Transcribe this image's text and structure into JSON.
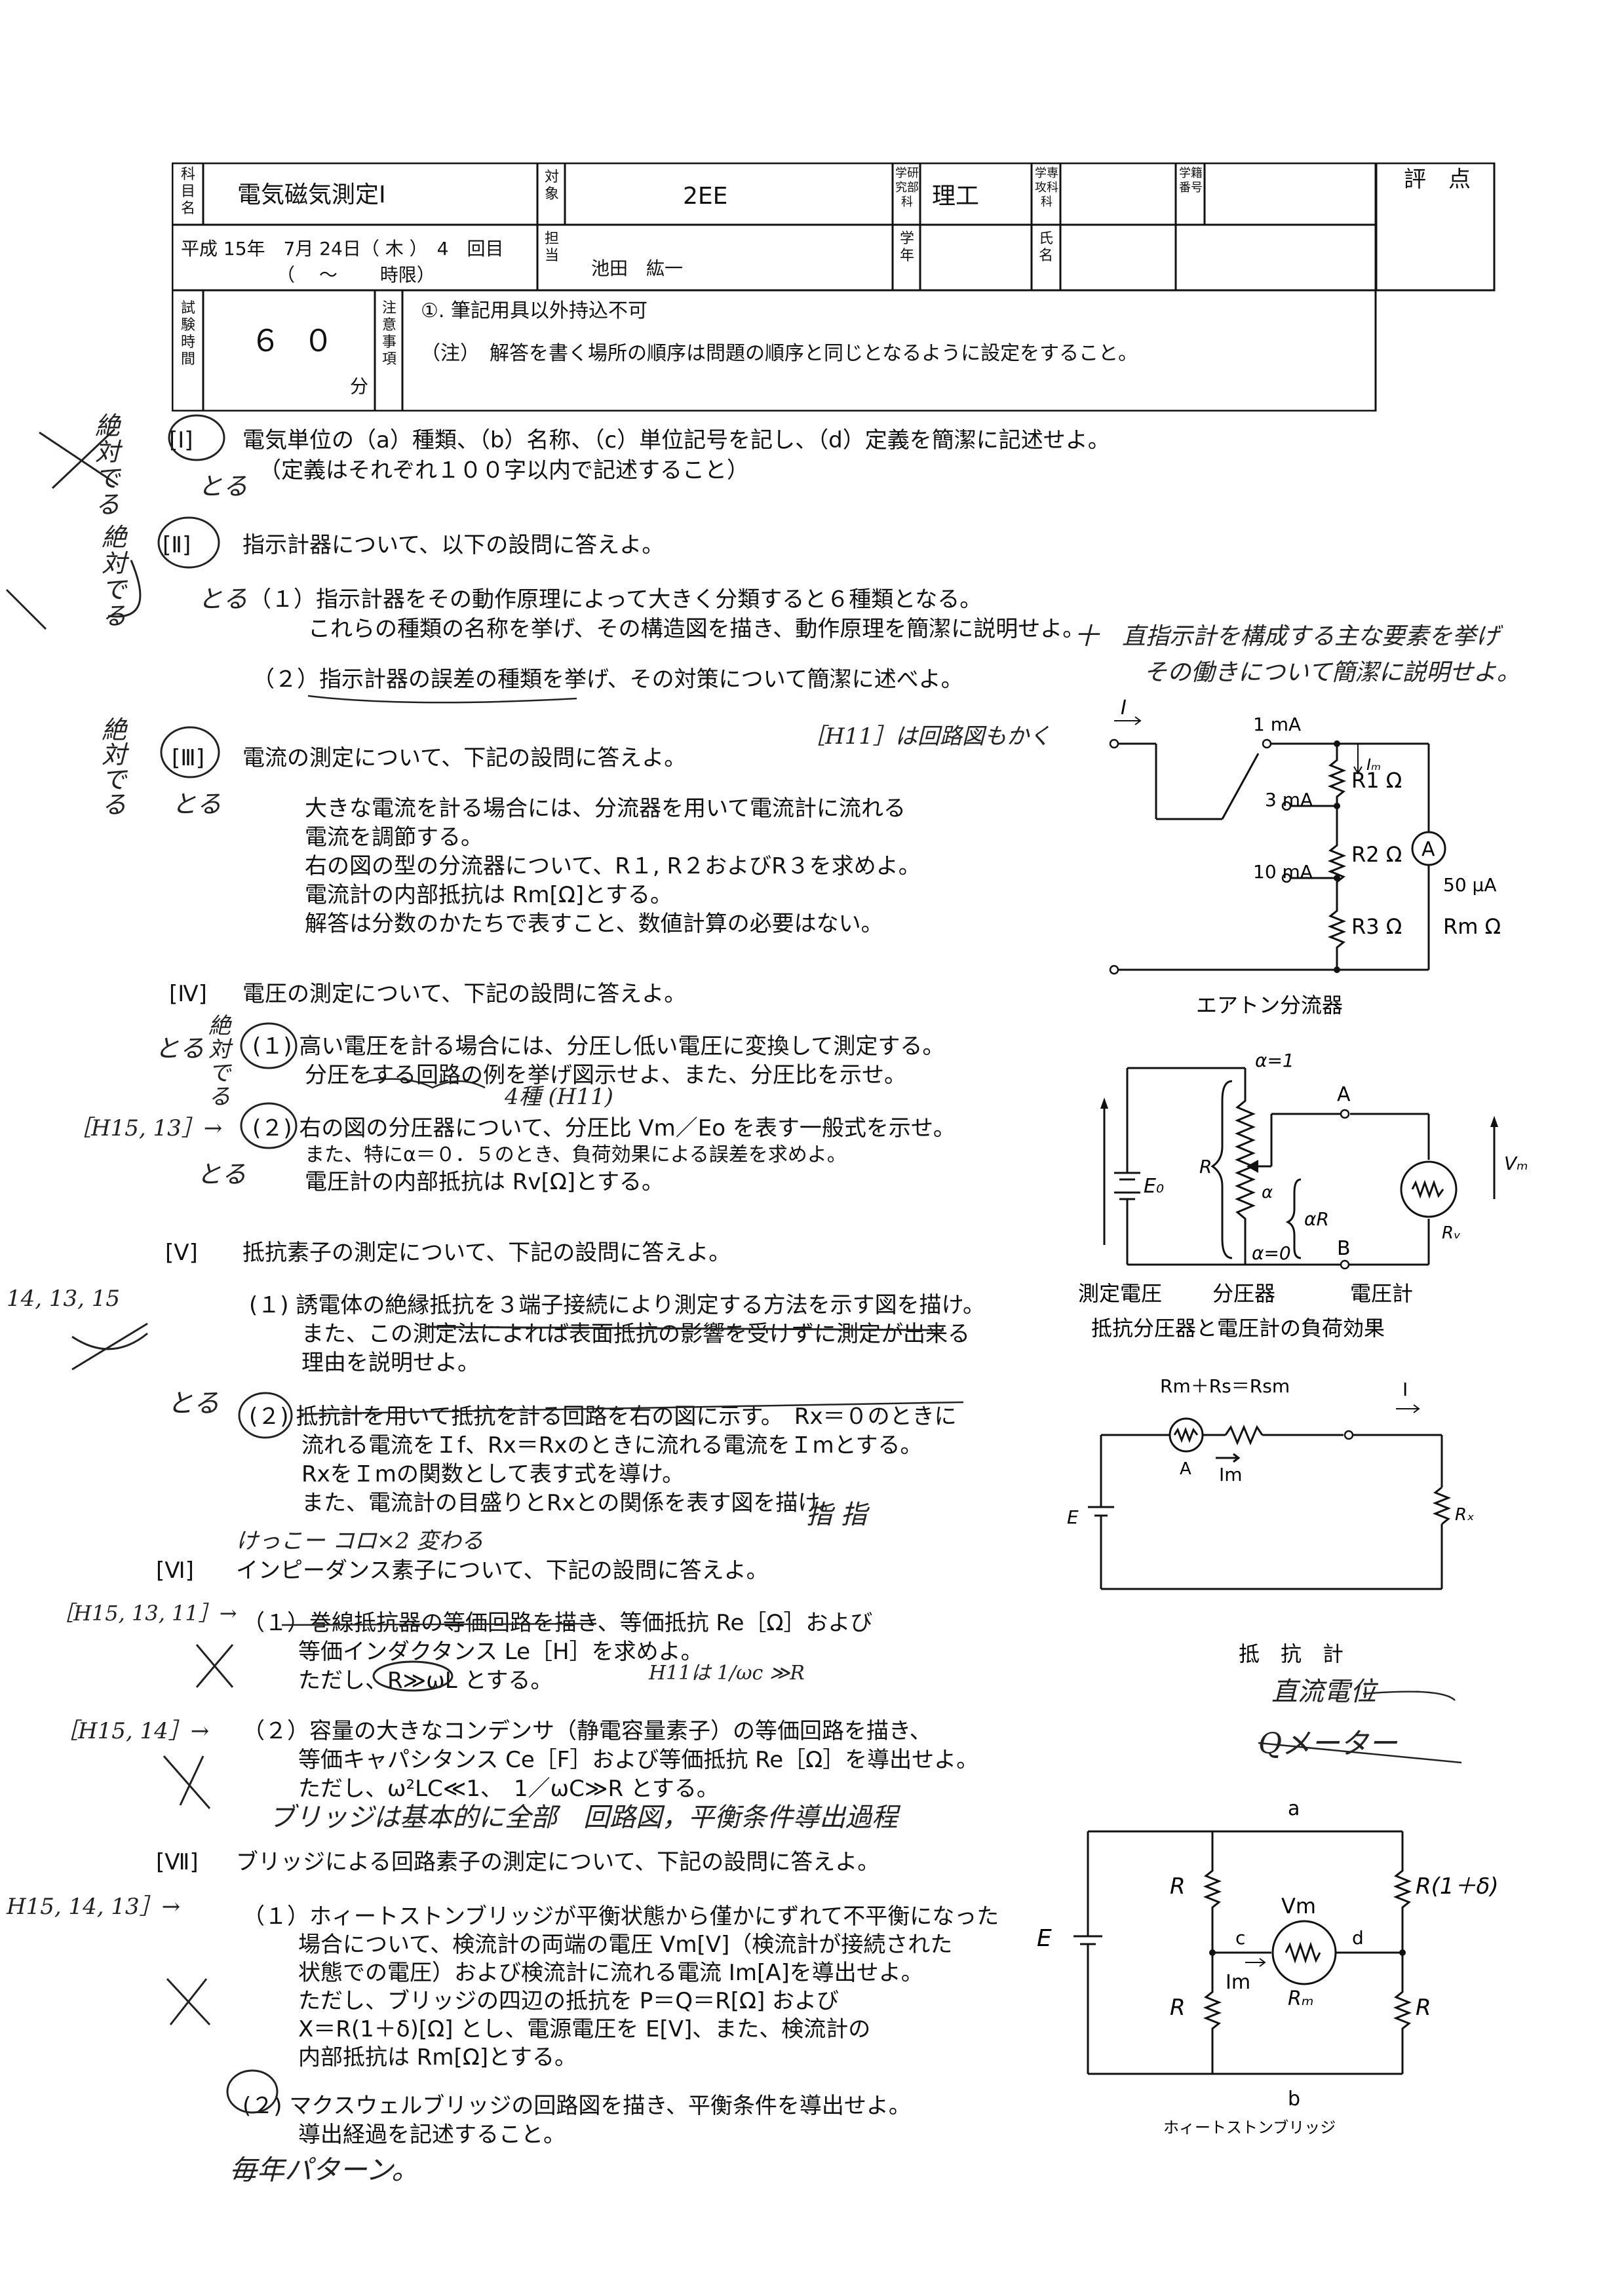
{
  "header": {
    "subject_label": "科目名",
    "subject": "電気磁気測定Ⅰ",
    "target_label": "対象",
    "target": "2EE",
    "dept_label": "学研究部科",
    "dept": "理工",
    "major_label": "学専攻科科",
    "student_no_label": "学籍番号",
    "score_label": "評　点",
    "date": "平成 15年　7月 24日（ 木 ）　4　回目",
    "time_period": "（　 ～　　 時限）",
    "teacher_label": "担当",
    "teacher": "池田　紘一",
    "grade_label": "学年",
    "name_label": "氏名",
    "exam_time_label": "試験時間",
    "exam_time": "６ ０",
    "exam_time_unit": "分",
    "notes_label": "注意事項",
    "note1": "①. 筆記用具以外持込不可",
    "note2": "（注）　解答を書く場所の順序は問題の順序と同じとなるように設定をすること。"
  },
  "questions": {
    "q1": {
      "num": "[Ⅰ]",
      "line1": "電気単位の（a）種類、（b）名称、（c）単位記号を記し、（d）定義を簡潔に記述せよ。",
      "line2": "（定義はそれぞれ１００字以内で記述すること）"
    },
    "q2": {
      "num": "[Ⅱ]",
      "title": "指示計器について、以下の設問に答えよ。",
      "s1a": "（１）指示計器をその動作原理によって大きく分類すると６種類となる。",
      "s1b": "これらの種類の名称を挙げ、その構造図を描き、動作原理を簡潔に説明せよ。",
      "s2": "（２）指示計器の誤差の種類を挙げ、その対策について簡潔に述べよ。"
    },
    "q3": {
      "num": "[Ⅲ]",
      "title": "電流の測定について、下記の設問に答えよ。",
      "l1": "大きな電流を計る場合には、分流器を用いて電流計に流れる",
      "l2": "電流を調節する。",
      "l3": "右の図の型の分流器について、R１, R２およびR３を求めよ。",
      "l4": "電流計の内部抵抗は Rm[Ω]とする。",
      "l5": "解答は分数のかたちで表すこと、数値計算の必要はない。"
    },
    "q4": {
      "num": "[Ⅳ]",
      "title": "電圧の測定について、下記の設問に答えよ。",
      "s1a": "(１) 高い電圧を計る場合には、分圧し低い電圧に変換して測定する。",
      "s1b": "分圧をする回路の例を挙げ図示せよ、また、分圧比を示せ。",
      "s2a": "(２) 右の図の分圧器について、分圧比 Vm／Eo を表す一般式を示せ。",
      "s2b": "また、特にα＝０．５のとき、負荷効果による誤差を求めよ。",
      "s2c": "電圧計の内部抵抗は Rv[Ω]とする。"
    },
    "q5": {
      "num": "[Ⅴ]",
      "title": "抵抗素子の測定について、下記の設問に答えよ。",
      "s1a": "(１) 誘電体の絶縁抵抗を３端子接続により測定する方法を示す図を描け。",
      "s1b": "また、この測定法によれば表面抵抗の影響を受けずに測定が出来る",
      "s1c": "理由を説明せよ。",
      "s2a": "(２) 抵抗計を用いて抵抗を計る回路を右の図に示す。　Rx＝０のときに",
      "s2b": "流れる電流をＩf、Rx＝Rxのときに流れる電流をＩmとする。",
      "s2c": "RxをＩmの関数として表す式を導け。",
      "s2d": "また、電流計の目盛りとRxとの関係を表す図を描け。"
    },
    "q6": {
      "num": "[Ⅵ]",
      "title": "インピーダンス素子について、下記の設問に答えよ。",
      "s1a": "（１）巻線抵抗器の等価回路を描き、等価抵抗 Re［Ω］および",
      "s1b": "等価インダクタンス Le［H］を求めよ。",
      "s1c": "ただし、R≫ωL とする。",
      "s2a": "（２）容量の大きなコンデンサ（静電容量素子）の等価回路を描き、",
      "s2b": "等価キャパシタンス Ce［F］および等価抵抗 Re［Ω］を導出せよ。",
      "s2c": "ただし、ω²LC≪1、　1／ωC≫R とする。"
    },
    "q7": {
      "num": "[Ⅶ]",
      "title": "ブリッジによる回路素子の測定について、下記の設問に答えよ。",
      "s1a": "（１）ホィートストンブリッジが平衡状態から僅かにずれて不平衡になった",
      "s1b": "場合について、検流計の両端の電圧 Vm[V]（検流計が接続された",
      "s1c": "状態での電圧）および検流計に流れる電流 Im[A]を導出せよ。",
      "s1d": "ただし、ブリッジの四辺の抵抗を P＝Q＝R[Ω] および",
      "s1e": "X＝R(1＋δ)[Ω] とし、電源電圧を E[V]、また、検流計の",
      "s1f": "内部抵抗は Rm[Ω]とする。",
      "s2a": "(２) マクスウェルブリッジの回路図を描き、平衡条件を導出せよ。",
      "s2b": "導出経過を記述すること。"
    }
  },
  "figures": {
    "ayrton": {
      "caption": "エアトン分流器",
      "I": "I",
      "tap1": "1 mA",
      "tap2": "3 mA",
      "tap3": "10 mA",
      "r1": "R1 Ω",
      "r2": "R2 Ω",
      "r3": "R3 Ω",
      "ammeter": "A",
      "meter_current": "50 μA",
      "rm": "Rm Ω",
      "im": "Iₘ"
    },
    "divider": {
      "caption": "抵抗分圧器と電圧計の負荷効果",
      "label_measure": "測定電圧",
      "label_divider": "分圧器",
      "label_voltmeter": "電圧計",
      "a1": "α=1",
      "a0": "α=0",
      "A": "A",
      "B": "B",
      "R": "R",
      "alpha": "α",
      "alphaR": "αR",
      "E0": "E₀",
      "Vm": "Vₘ",
      "Rv": "Rᵥ"
    },
    "ohmmeter": {
      "caption": "抵　抗　計",
      "top": "Rm＋Rs＝Rsm",
      "I": "I",
      "A": "A",
      "Im": "Im",
      "E": "E",
      "Rx": "Rₓ"
    },
    "wheatstone": {
      "caption": "ホィートストンブリッジ",
      "a": "a",
      "b": "b",
      "c": "c",
      "d": "d",
      "E": "E",
      "R_tl": "R",
      "R_tr": "R(1＋δ)",
      "R_bl": "R",
      "R_br": "R",
      "Vm": "Vm",
      "Im": "Im",
      "Rm": "Rₘ"
    }
  },
  "handwriting": {
    "n1": "絶対でる",
    "n2": "とる",
    "n3": "絶対でる",
    "n4": "とる",
    "n5": "絶対でる",
    "n6": "とる",
    "n7": "［H11］は回路図もかく",
    "n8": "十　直指示計を構成する主な要素を挙げ",
    "n9": "その働きについて簡潔に説明せよ。",
    "n10": "とる",
    "n11": "絶対でる",
    "n12": "4種 (H11)",
    "n13": "［H15, 13］→",
    "n14": "とる",
    "n15": "14, 13, 15",
    "n16": "とる",
    "n17": "指 指",
    "n18": "けっこー コロ×2 変わる",
    "n19": "［H15, 13, 11］→",
    "n20": "H11は 1/ωc ≫R",
    "n21": "［H15, 14］→",
    "n22": "直流電位",
    "n23": "Qメーター",
    "n24": "ブリッジは基本的に全部　回路図，平衡条件導出過程",
    "n25": "H15, 14, 13］→",
    "n26": "毎年パターン。"
  }
}
